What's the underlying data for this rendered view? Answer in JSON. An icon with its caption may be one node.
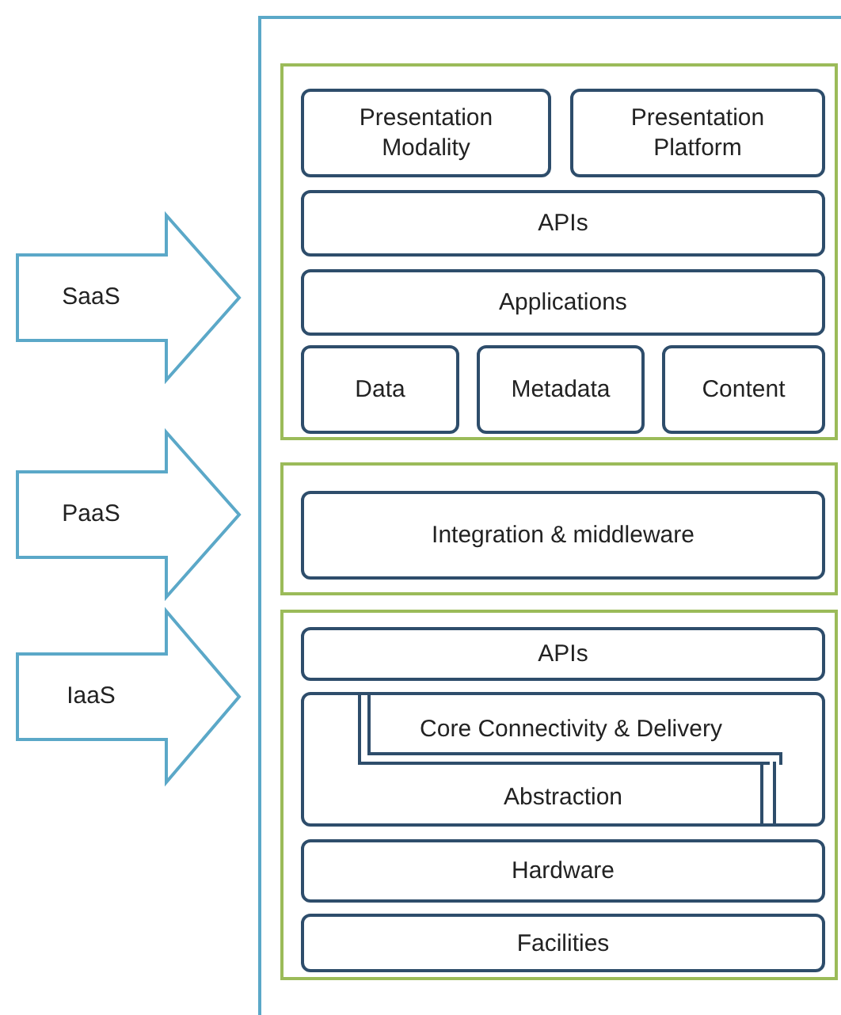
{
  "diagram": {
    "nodes": [
      {
        "text": [],
        "shape": "box"
      },
      {
        "text": [],
        "shape": "box",
        "in": 0
      },
      {
        "text": [
          "Presentation Modality"
        ],
        "in": 1
      },
      {
        "text": [
          "Presentation Platform"
        ],
        "in": 1
      },
      {
        "text": [
          "APIs"
        ],
        "in": 1
      },
      {
        "text": [
          "Applications"
        ],
        "in": 1
      },
      {
        "text": [
          "Data"
        ],
        "in": 1
      },
      {
        "text": [
          "Metadata"
        ],
        "in": 1
      },
      {
        "text": [
          "Content"
        ],
        "in": 1
      },
      {
        "text": [],
        "shape": "box",
        "in": 0
      },
      {
        "text": [
          "Integration & middleware"
        ],
        "in": 9
      },
      {
        "text": [],
        "shape": "box",
        "in": 0
      },
      {
        "text": [
          "APIs"
        ],
        "in": 11
      },
      {
        "text": [
          "Abstraction"
        ],
        "in": 11
      },
      {
        "text": [
          "Core Connectivity & Delivery"
        ],
        "in": 13
      },
      {
        "text": [
          "Hardware"
        ],
        "in": 11
      },
      {
        "text": [
          "Facilities"
        ],
        "in": 11
      },
      {
        "text": [
          "SaaS"
        ]
      },
      {
        "text": [
          "PaaS"
        ]
      },
      {
        "text": [
          "IaaS"
        ]
      }
    ],
    "edges": []
  }
}
